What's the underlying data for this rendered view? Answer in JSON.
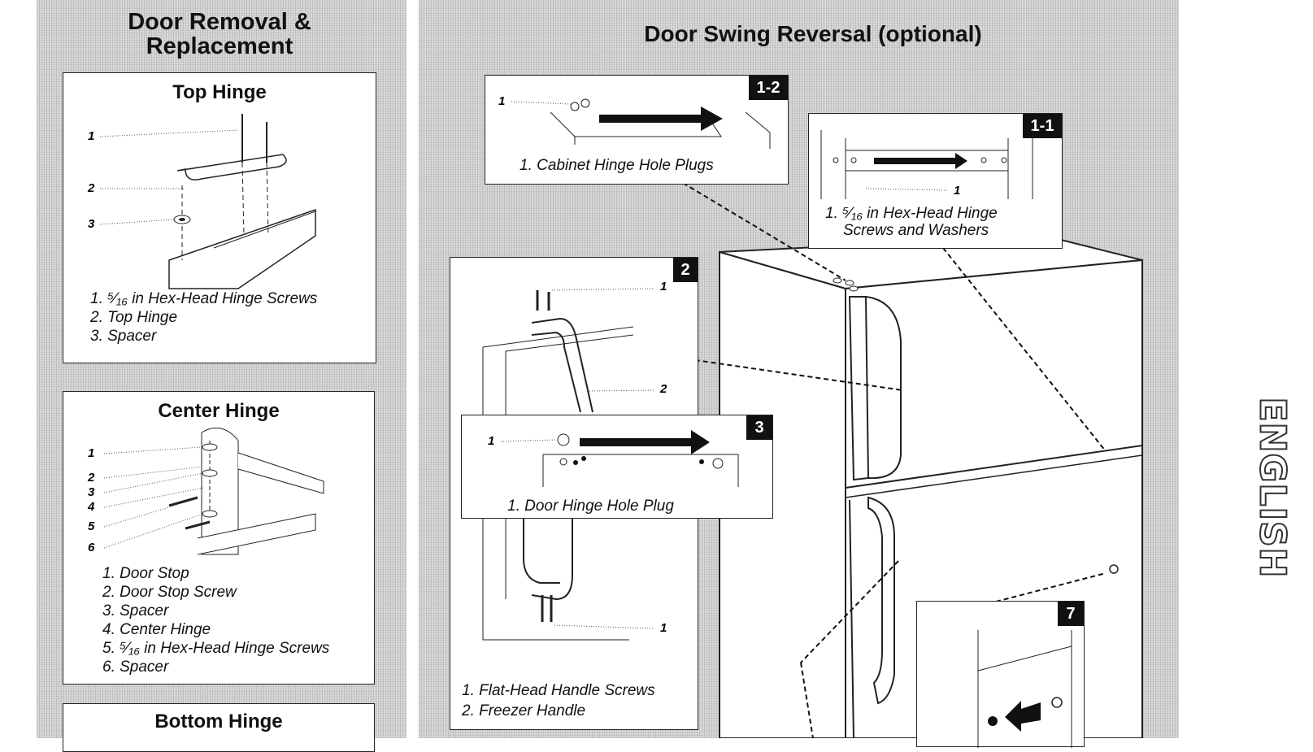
{
  "left": {
    "title_line1": "Door Removal &",
    "title_line2": "Replacement",
    "top_hinge": {
      "title": "Top Hinge",
      "labels": [
        "1",
        "2",
        "3"
      ],
      "legend": [
        "1. ⁵⁄₁₆ in Hex-Head Hinge Screws",
        "2. Top Hinge",
        "3. Spacer"
      ]
    },
    "center_hinge": {
      "title": "Center Hinge",
      "labels": [
        "1",
        "2",
        "3",
        "4",
        "5",
        "6"
      ],
      "legend": [
        "1. Door Stop",
        "2. Door Stop Screw",
        "3. Spacer",
        "4. Center Hinge",
        "5. ⁵⁄₁₆ in Hex-Head Hinge Screws",
        "6. Spacer"
      ]
    },
    "bottom_hinge": {
      "title": "Bottom Hinge"
    }
  },
  "right": {
    "title": "Door Swing Reversal (optional)",
    "step_1_2": {
      "badge": "1-2",
      "label": "1",
      "legend": "1. Cabinet Hinge Hole Plugs"
    },
    "step_1_1": {
      "badge": "1-1",
      "label": "1",
      "legend_line1": "1. ⁵⁄₁₆ in Hex-Head Hinge",
      "legend_line2": "Screws and Washers"
    },
    "step_2": {
      "badge": "2",
      "labels": [
        "1",
        "2",
        "1"
      ],
      "legend": [
        "1. Flat-Head Handle Screws",
        "2. Freezer Handle"
      ]
    },
    "step_3": {
      "badge": "3",
      "label": "1",
      "legend": "1. Door Hinge Hole Plug"
    },
    "step_7": {
      "badge": "7"
    }
  },
  "side_tab": "ENGLISH"
}
